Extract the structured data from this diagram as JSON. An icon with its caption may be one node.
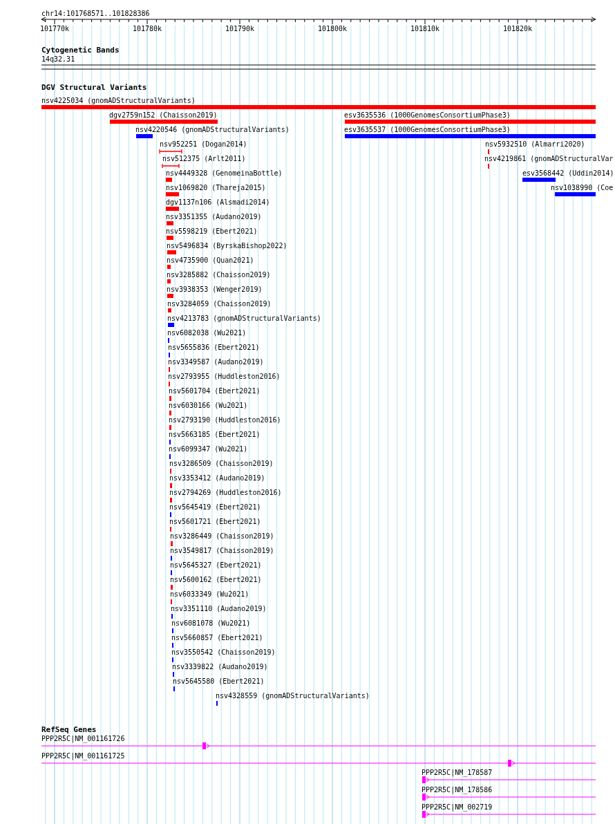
{
  "diagram": {
    "labels": [
      "chr14:101768571..101828386",
      "101770k",
      "101780k",
      "101790k",
      "101800k",
      "101810k",
      "101820k",
      "Cytogenetic Bands",
      "14q32.31",
      "DGV Structural Variants",
      "nsv4225034 (gnomADStructuralVariants)",
      "dgv2759n152 (Chaisson2019)",
      "esv3635536 (1000GenomesConsortiumPhase3)",
      "nsv4220546 (gnomADStructuralVariants)",
      "esv3635537 (1000GenomesConsortiumPhase3)",
      "nsv952251 (Dogan2014)",
      "nsv5932510 (Almarri2020)",
      "nsv512375 (Arlt2011)",
      "nsv4219861 (gnomADStructuralVar",
      "nsv4449328 (GenomeinaBottle)",
      "esv3568442 (Uddin2014)",
      "nsv1069820 (Thareja2015)",
      "nsv1038990 (Coe",
      "dgv1137n106 (Alsmadi2014)",
      "nsv3351355 (Audano2019)",
      "nsv5598219 (Ebert2021)",
      "nsv5496834 (ByrskaBishop2022)",
      "nsv4735900 (Quan2021)",
      "nsv3285882 (Chaisson2019)",
      "nsv3938353 (Wenger2019)",
      "nsv3284059 (Chaisson2019)",
      "nsv4213783 (gnomADStructuralVariants)",
      "nsv6082038 (Wu2021)",
      "nsv5655836 (Ebert2021)",
      "nsv3349587 (Audano2019)",
      "nsv2793955 (Huddleston2016)",
      "nsv5601704 (Ebert2021)",
      "nsv6030166 (Wu2021)",
      "nsv2793190 (Huddleston2016)",
      "nsv5663185 (Ebert2021)",
      "nsv6099347 (Wu2021)",
      "nsv3286509 (Chaisson2019)",
      "nsv3353412 (Audano2019)",
      "nsv2794269 (Huddleston2016)",
      "nsv5645419 (Ebert2021)",
      "nsv5601721 (Ebert2021)",
      "nsv3286449 (Chaisson2019)",
      "nsv3549817 (Chaisson2019)",
      "nsv5645327 (Ebert2021)",
      "nsv5600162 (Ebert2021)",
      "nsv6033349 (Wu2021)",
      "nsv3351110 (Audano2019)",
      "nsv6081078 (Wu2021)",
      "nsv5660857 (Ebert2021)",
      "nsv3550542 (Chaisson2019)",
      "nsv3339822 (Audano2019)",
      "nsv5645580 (Ebert2021)",
      "nsv4328559 (gnomADStructuralVariants)",
      "RefSeq Genes",
      "PPP2R5C|NM_001161726",
      "PPP2R5C|NM_001161725",
      "PPP2R5C|NM_178587",
      "PPP2R5C|NM_178586",
      "PPP2R5C|NM_002719"
    ]
  }
}
